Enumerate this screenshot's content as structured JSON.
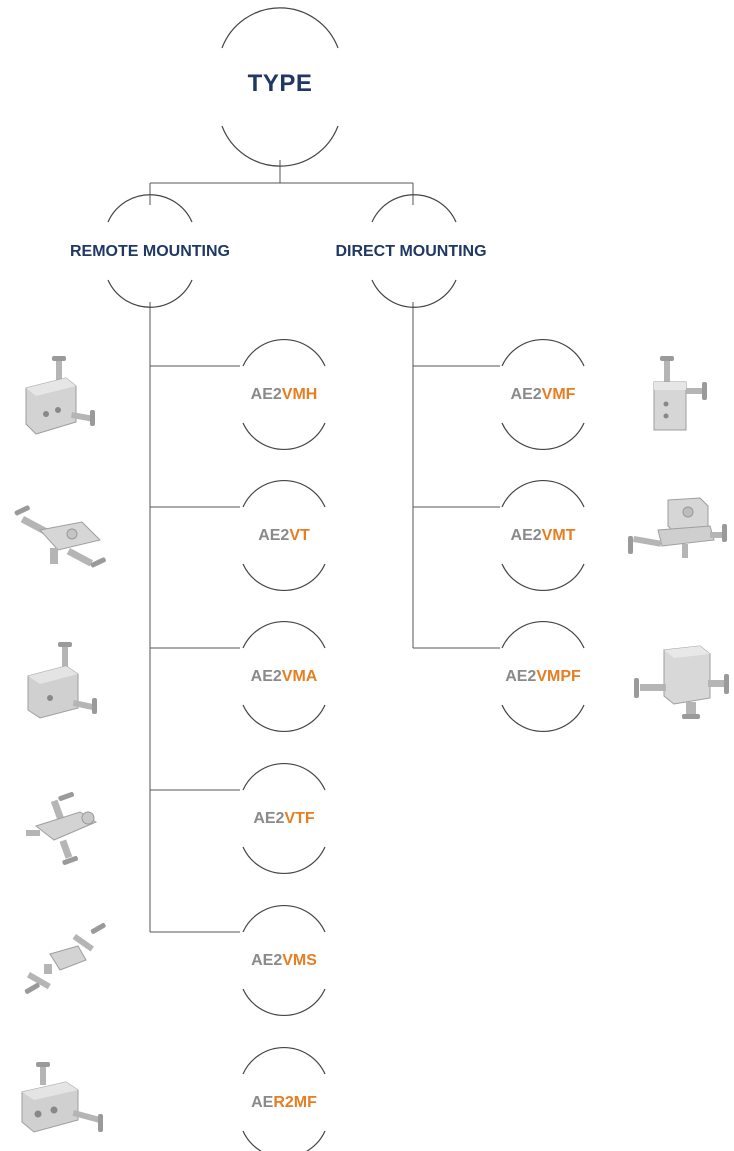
{
  "root": {
    "label": "TYPE"
  },
  "categories": [
    {
      "key": "remote",
      "label": "REMOTE MOUNTING"
    },
    {
      "key": "direct",
      "label": "DIRECT MOUNTING"
    }
  ],
  "remote_models": [
    {
      "prefix": "AE2",
      "suffix": "VMH"
    },
    {
      "prefix": "AE2",
      "suffix": "VT"
    },
    {
      "prefix": "AE2",
      "suffix": "VMA"
    },
    {
      "prefix": "AE2",
      "suffix": "VTF"
    },
    {
      "prefix": "AE2",
      "suffix": "VMS"
    },
    {
      "prefix": "AE",
      "suffix": "R2MF"
    }
  ],
  "direct_models": [
    {
      "prefix": "AE2",
      "suffix": "VMF"
    },
    {
      "prefix": "AE2",
      "suffix": "VMT"
    },
    {
      "prefix": "AE2",
      "suffix": "VMPF"
    }
  ],
  "colors": {
    "heading": "#1f3864",
    "prefix": "#8a8a8a",
    "suffix": "#e67e22",
    "line": "#555555",
    "arc": "#444444"
  }
}
